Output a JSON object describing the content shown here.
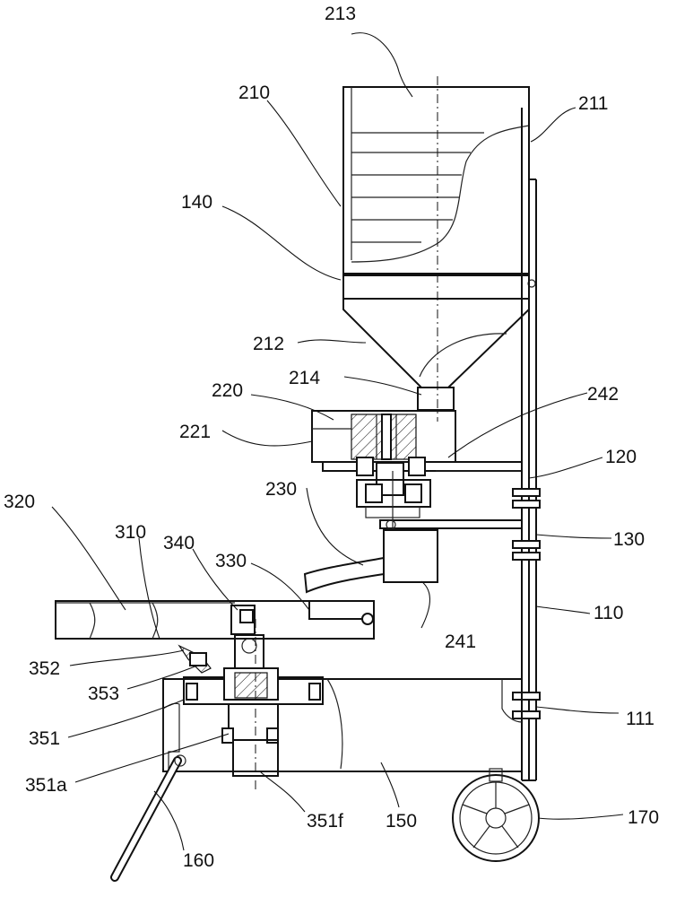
{
  "labels": {
    "l213": "213",
    "l210": "210",
    "l211": "211",
    "l140": "140",
    "l212": "212",
    "l214": "214",
    "l220": "220",
    "l242": "242",
    "l221": "221",
    "l120": "120",
    "l230": "230",
    "l130": "130",
    "l320": "320",
    "l310": "310",
    "l340": "340",
    "l330": "330",
    "l110": "110",
    "l241": "241",
    "l352": "352",
    "l353": "353",
    "l111": "111",
    "l351": "351",
    "l351a": "351a",
    "l351f": "351f",
    "l150": "150",
    "l170": "170",
    "l160": "160"
  },
  "colors": {
    "line": "#111111",
    "background": "#ffffff"
  }
}
